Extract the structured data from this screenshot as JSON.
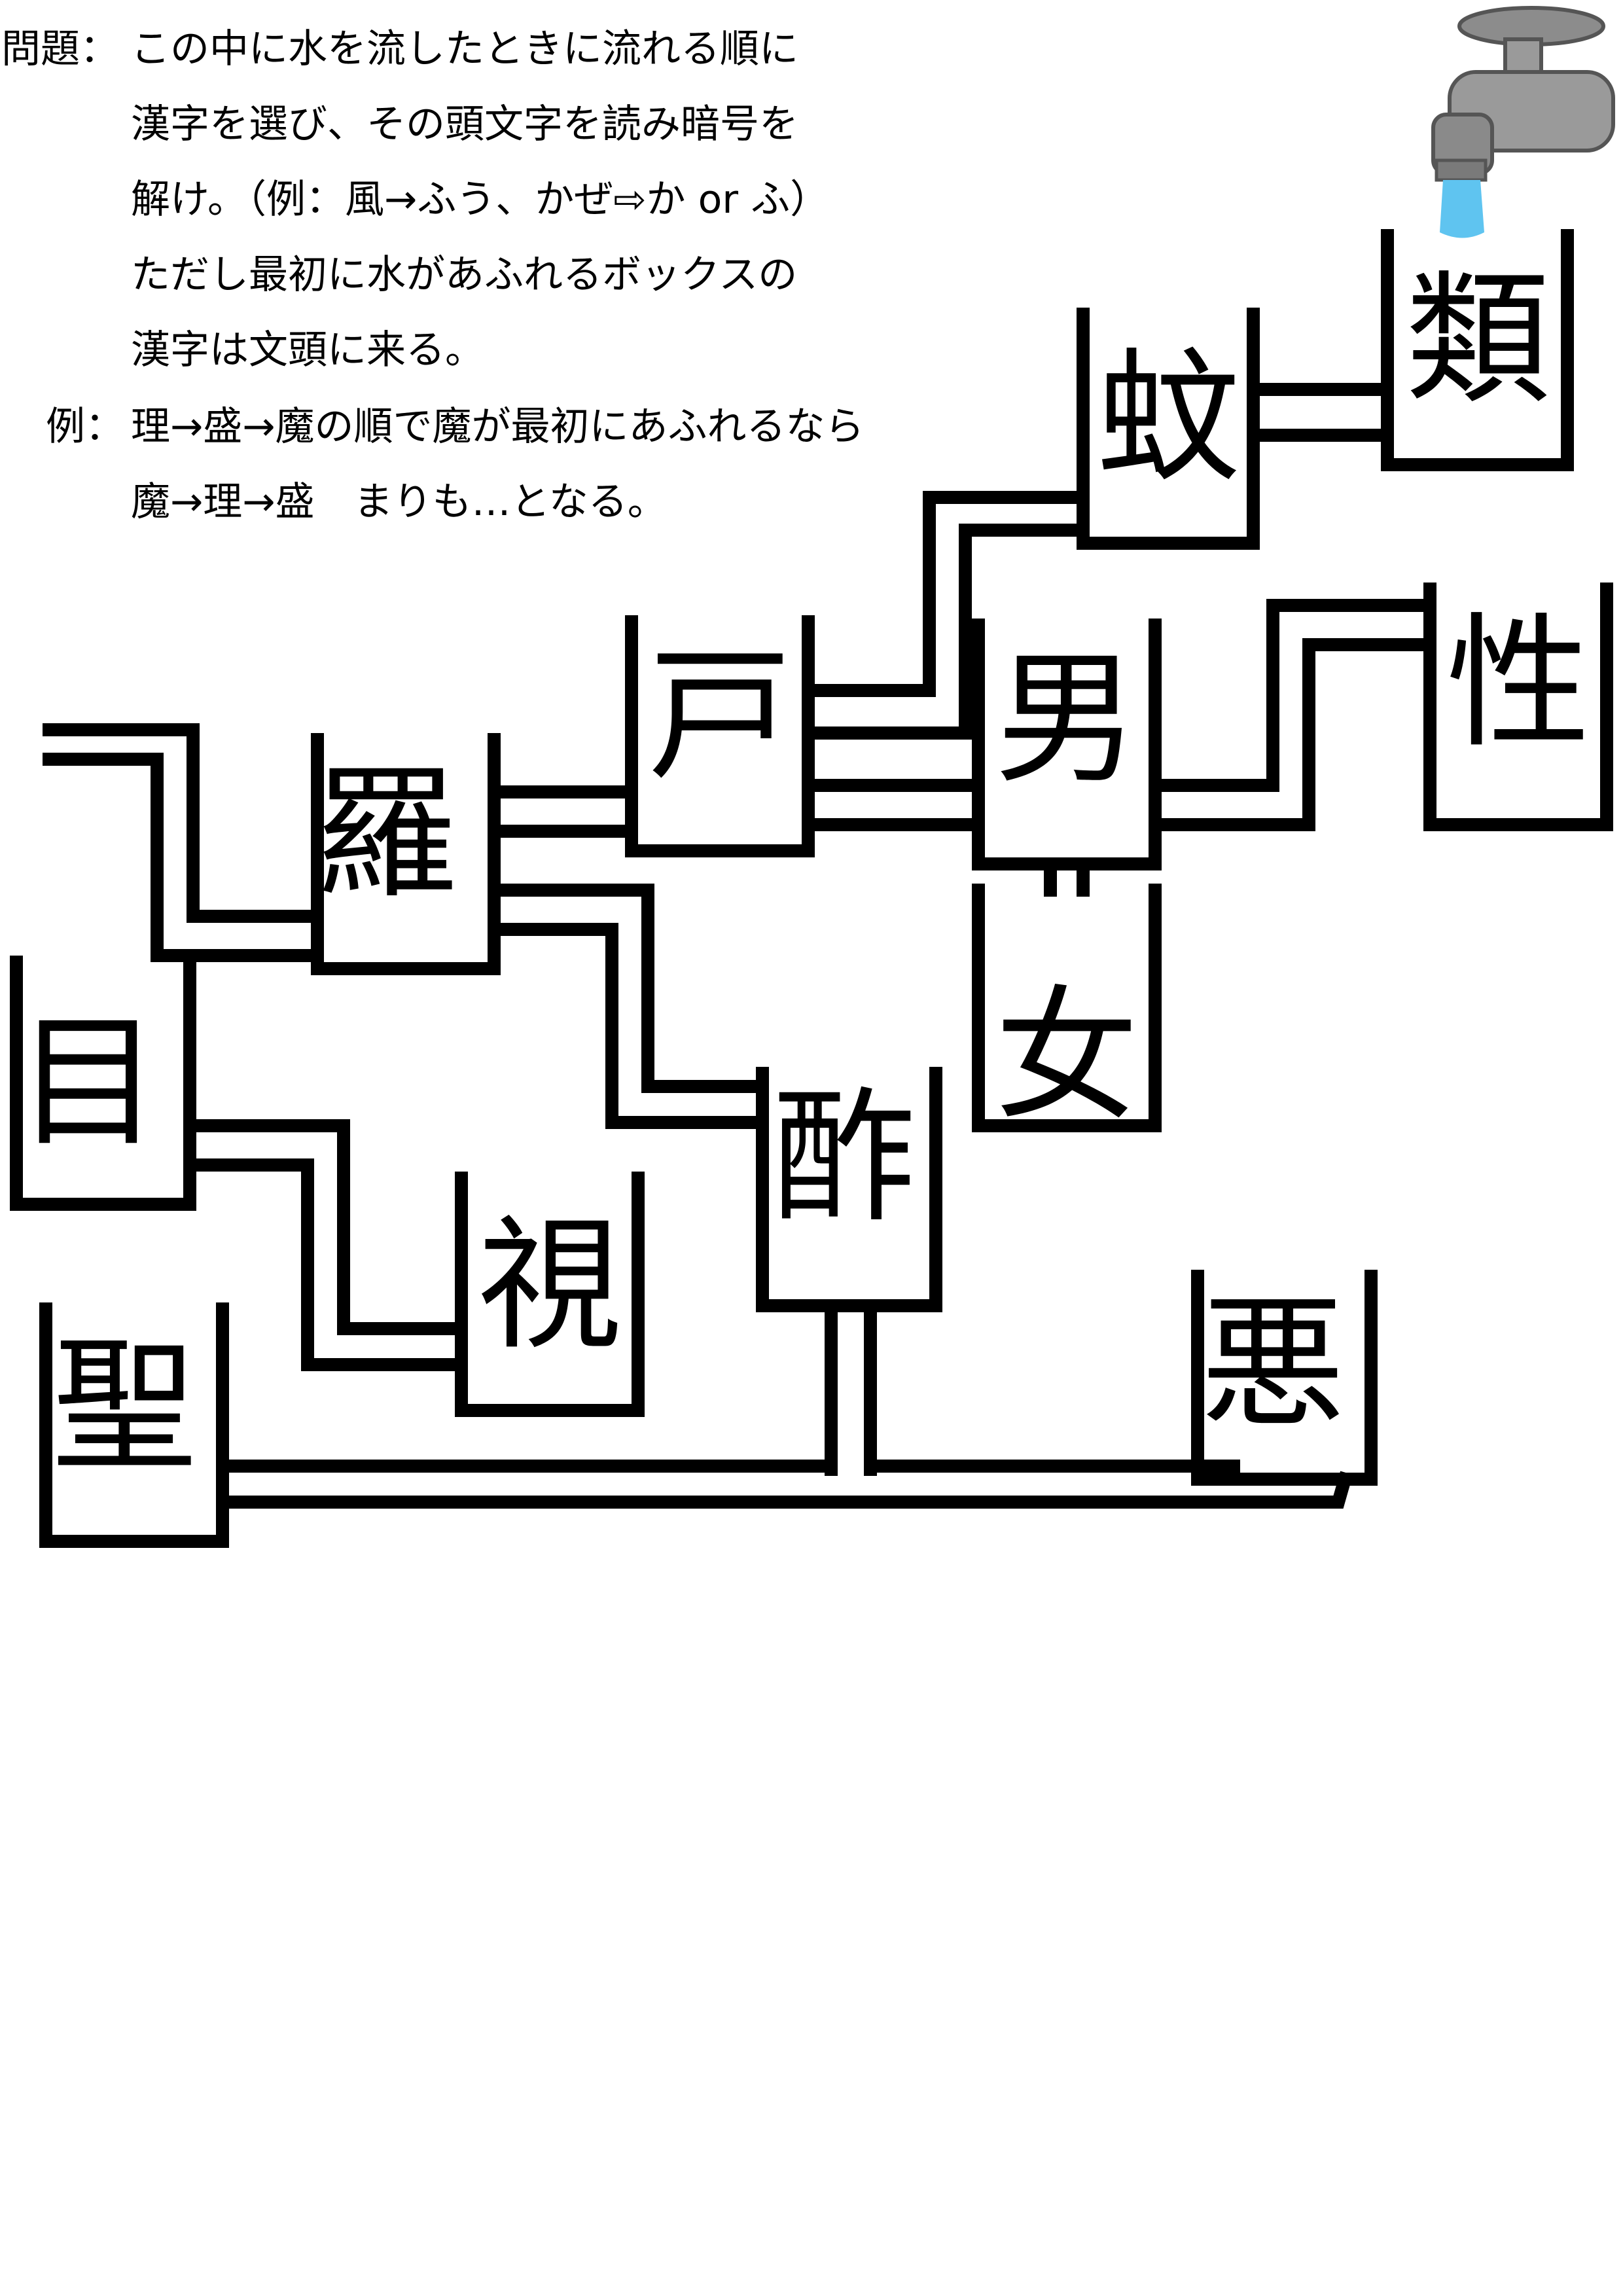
{
  "instructions": {
    "problem_label": "問題：",
    "lines": [
      "この中に水を流したときに流れる順に",
      "漢字を選び、その頭文字を読み暗号を",
      "解け。（例：風→ふう、かぜ⇨か or ふ）",
      "ただし最初に水があふれるボックスの",
      "漢字は文頭に来る。"
    ],
    "example_label": "例：",
    "example_lines": [
      "理→盛→魔の順で魔が最初にあふれるなら",
      "魔→理→盛　まりも…となる。"
    ]
  },
  "faucet": {
    "icon": "faucet-icon",
    "water_color": "#5fc4f0",
    "body_color": "#8c8c8c"
  },
  "boxes": {
    "rui": "類",
    "ka": "蚊",
    "sei_nature": "性",
    "otoko": "男",
    "to": "戸",
    "ra": "羅",
    "onna": "女",
    "saku": "酢",
    "me": "目",
    "shi": "視",
    "aku": "悪",
    "sei_holy": "聖"
  }
}
